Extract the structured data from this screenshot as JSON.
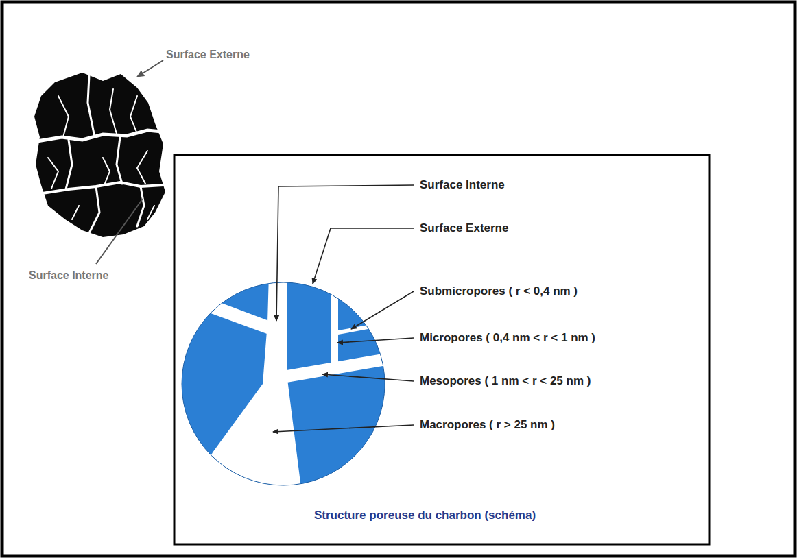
{
  "diagram": {
    "caption": "Structure poreuse du charbon (schéma)",
    "labels": [
      "Surface Externe",
      "Surface Interne",
      "Surface Interne",
      "Surface Externe",
      "Submicropores ( r < 0,4 nm )",
      "Micropores ( 0,4 nm < r < 1 nm )",
      "Mesopores ( 1 nm < r < 25 nm )",
      "Macropores ( r > 25 nm )"
    ]
  }
}
